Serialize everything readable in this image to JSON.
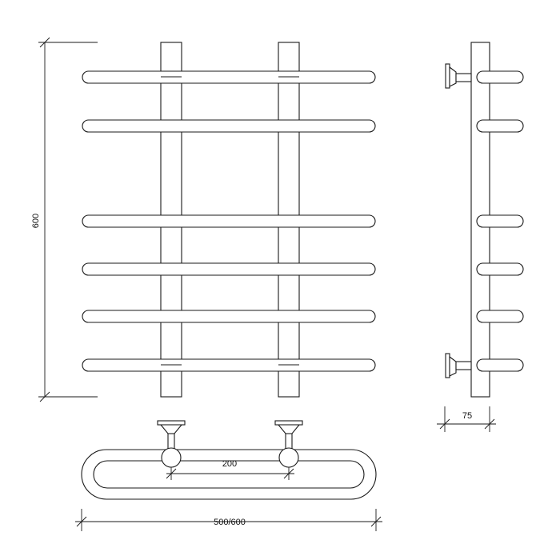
{
  "dimensions": {
    "height": "600",
    "depth": "75",
    "riser_spacing": "200",
    "width": "500/600"
  },
  "views": {
    "front": {
      "rail_count": 6,
      "riser_count": 2
    },
    "side": {
      "rail_count": 6,
      "wall_mount_count": 2
    },
    "top": {
      "wall_mount_count": 2
    }
  }
}
